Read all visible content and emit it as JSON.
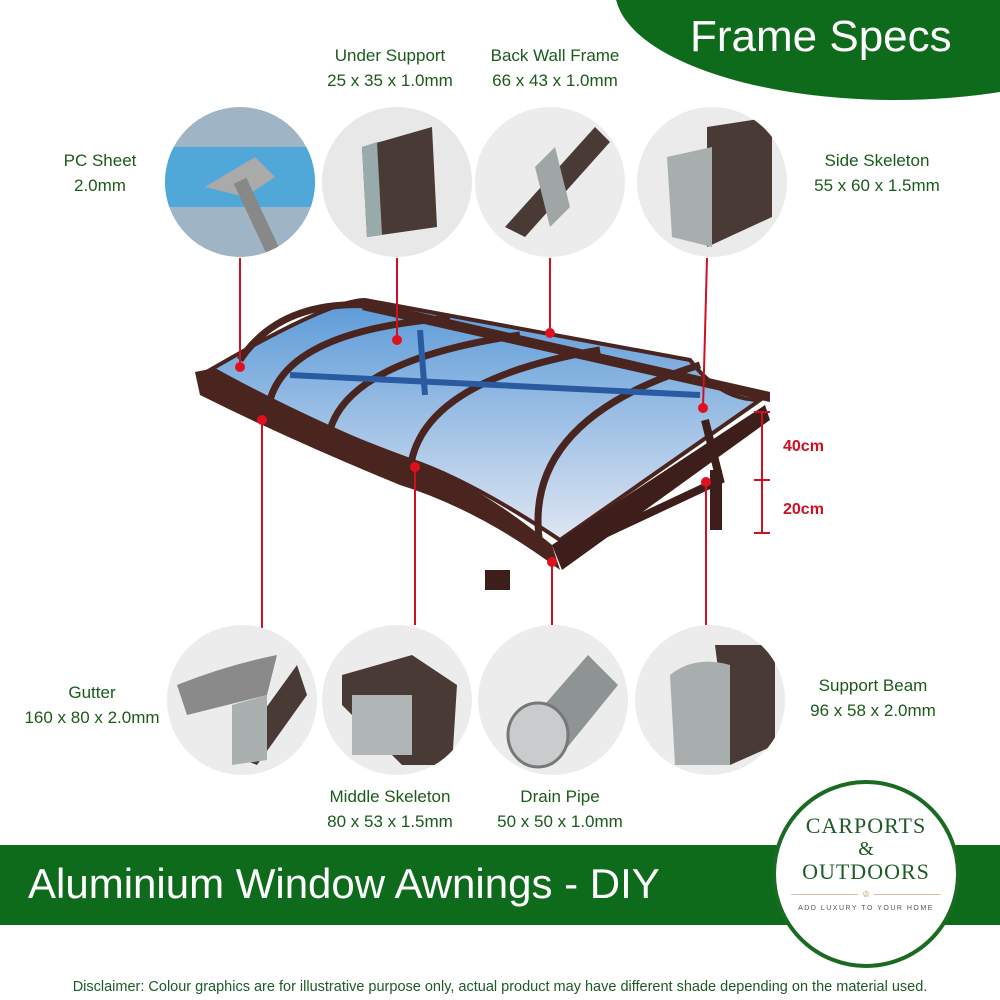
{
  "header": {
    "title": "Frame Specs"
  },
  "components": {
    "pc_sheet": {
      "name": "PC Sheet",
      "spec": "2.0mm"
    },
    "under_support": {
      "name": "Under Support",
      "spec": "25 x 35 x 1.0mm"
    },
    "back_wall_frame": {
      "name": "Back Wall Frame",
      "spec": "66 x 43 x 1.0mm"
    },
    "side_skeleton": {
      "name": "Side Skeleton",
      "spec": "55 x 60 x 1.5mm"
    },
    "gutter": {
      "name": "Gutter",
      "spec": "160 x 80 x 2.0mm"
    },
    "middle_skeleton": {
      "name": "Middle Skeleton",
      "spec": "80 x 53 x 1.5mm"
    },
    "drain_pipe": {
      "name": "Drain Pipe",
      "spec": "50 x 50 x 1.0mm"
    },
    "support_beam": {
      "name": "Support Beam",
      "spec": "96 x 58 x 2.0mm"
    }
  },
  "dimensions": {
    "upper": "40cm",
    "lower": "20cm"
  },
  "banner": {
    "title": "Aluminium Window Awnings - DIY"
  },
  "logo": {
    "line1": "CARPORTS",
    "line2": "&",
    "line3": "OUTDOORS",
    "tagline": "ADD LUXURY TO YOUR HOME"
  },
  "disclaimer": "Disclaimer: Colour graphics are for illustrative purpose only, actual product may have different shade depending on the material used.",
  "colors": {
    "brand_green": "#0f6b1c",
    "accent_red": "#d01020",
    "frame_brown": "#4a2520",
    "glass_blue": "#4a7fc0"
  }
}
